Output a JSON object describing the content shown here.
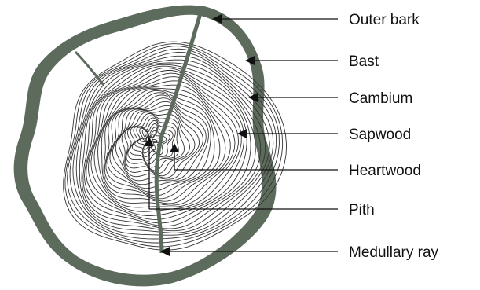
{
  "colors": {
    "bark": "#5c6b5b",
    "ring": "#333333",
    "arrow": "#111111",
    "text": "#111111",
    "background": "#ffffff"
  },
  "labels": {
    "outer_bark": "Outer bark",
    "bast": "Bast",
    "cambium": "Cambium",
    "sapwood": "Sapwood",
    "heartwood": "Heartwood",
    "pith": "Pith",
    "medullary_ray": "Medullary ray"
  },
  "diagram": {
    "ring_count": 34
  }
}
